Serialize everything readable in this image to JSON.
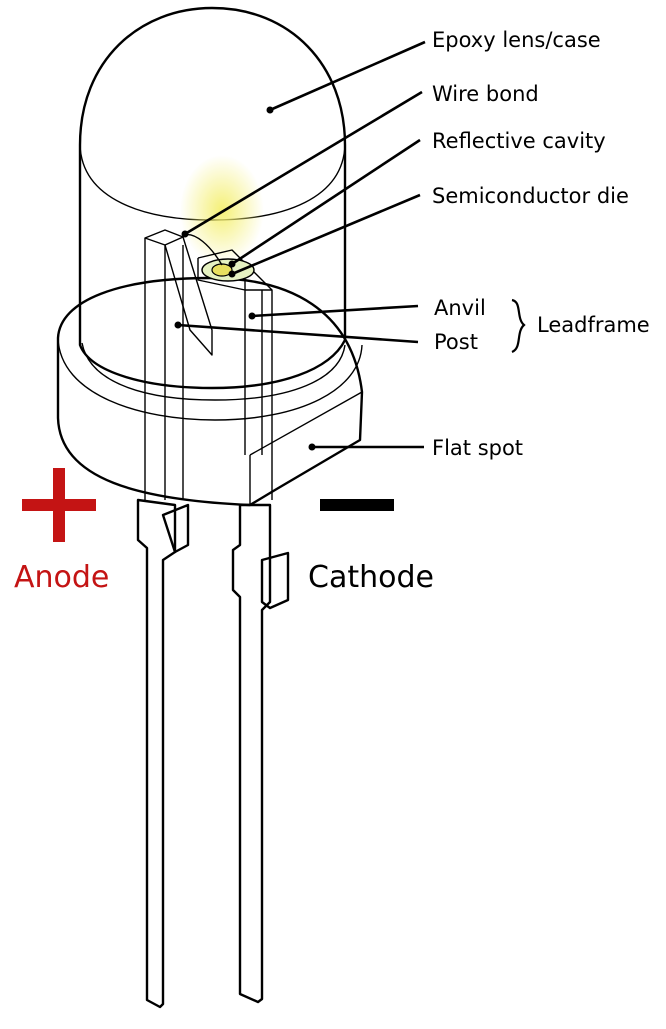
{
  "labels": {
    "epoxy": "Epoxy lens/case",
    "wire_bond": "Wire bond",
    "reflective_cavity": "Reflective cavity",
    "semiconductor_die": "Semiconductor die",
    "anvil": "Anvil",
    "post": "Post",
    "leadframe": "Leadframe",
    "flat_spot": "Flat spot",
    "anode": "Anode",
    "cathode": "Cathode",
    "anode_sign": "+",
    "cathode_sign": "−"
  },
  "colors": {
    "epoxy_fill": "#d9f0b0",
    "epoxy_stroke": "#000000",
    "die_glow": "#e8e060",
    "anode_color": "#c41414",
    "cathode_color": "#000000",
    "leads": "#ffffff"
  },
  "icons": {
    "plus": "plus-sign-icon",
    "minus": "minus-sign-icon",
    "brace": "curly-brace-icon"
  }
}
